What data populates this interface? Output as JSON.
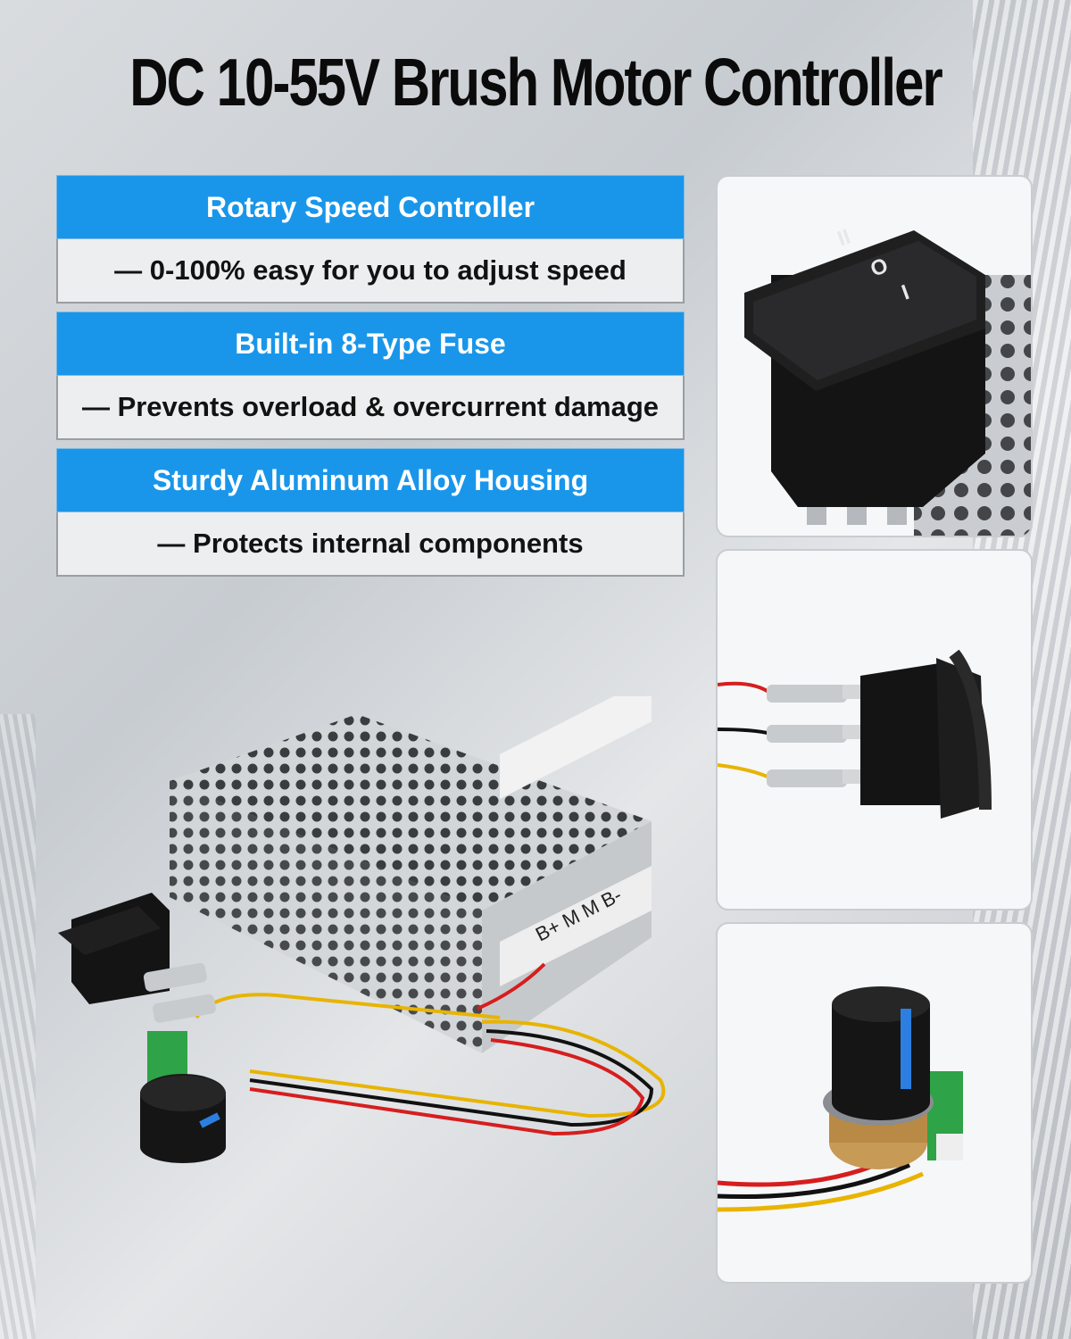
{
  "title": "DC 10-55V Brush Motor Controller",
  "features": [
    {
      "heading": "Rotary Speed Controller",
      "description": "— 0-100% easy for you to adjust speed"
    },
    {
      "heading": "Built-in 8-Type Fuse",
      "description": "— Prevents overload & overcurrent damage"
    },
    {
      "heading": "Sturdy Aluminum Alloy Housing",
      "description": "— Protects internal components"
    }
  ],
  "switch_icons": [
    "II",
    "O",
    "I"
  ],
  "terminal_labels": "B+ M M B-",
  "colors": {
    "accent": "#1996ea",
    "heading_text": "#ffffff",
    "body_text": "#121212"
  }
}
